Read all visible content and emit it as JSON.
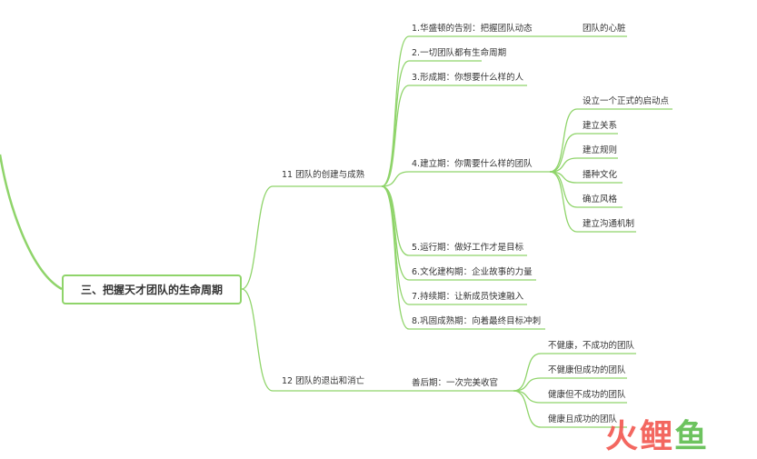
{
  "root": "三、把握天才团队的生命周期",
  "branch11": {
    "label": "11 团队的创建与成熟",
    "children": [
      "1.华盛顿的告别：把握团队动态",
      "2.一切团队都有生命周期",
      "3.形成期：你想要什么样的人",
      "4.建立期：你需要什么样的团队",
      "5.运行期：做好工作才是目标",
      "6.文化建构期：企业故事的力量",
      "7.持续期：让新成员快速融入",
      "8.巩固成熟期：向着最终目标冲刺"
    ],
    "child1_sub": "团队的心脏",
    "child4_subs": [
      "设立一个正式的启动点",
      "建立关系",
      "建立规则",
      "播种文化",
      "确立风格",
      "建立沟通机制"
    ]
  },
  "branch12": {
    "label": "12 团队的退出和消亡",
    "child": "善后期：一次完美收官",
    "subs": [
      "不健康，不成功的团队",
      "不健康但成功的团队",
      "健康但不成功的团队",
      "健康且成功的团队"
    ]
  },
  "watermark": {
    "part1": "火",
    "part2": "鲤",
    "part3": "鱼"
  },
  "colors": {
    "line": "#8fd46a",
    "watermark_red": "#f2574f",
    "watermark_green": "#5ebd4e"
  }
}
